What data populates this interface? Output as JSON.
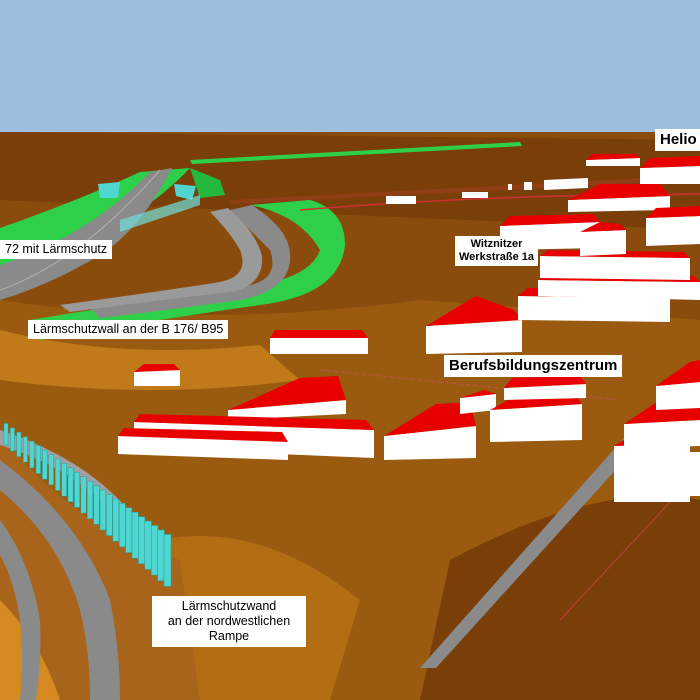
{
  "labels": {
    "helio": "Helio",
    "laermschutz_b172": "72 mit Lärmschutz",
    "laermschutzwall": "Lärmschutzwall an der B 176/ B95",
    "witznitzer_line1": "Witznitzer",
    "witznitzer_line2": "Werkstraße 1a",
    "berufsbildungszentrum": "Berufsbildungszentrum",
    "laermschutzwand_line1": "Lärmschutzwand",
    "laermschutzwand_line2": "an der nordwestlichen",
    "laermschutzwand_line3": "Rampe"
  },
  "colors": {
    "sky": "#9ec0de",
    "terrain_dark": "#6e3a08",
    "terrain_mid": "#9a5a10",
    "terrain_light": "#c07a1a",
    "road": "#8a8a8a",
    "embankment_green": "#2ed04a",
    "noise_wall": "#4fd6d0",
    "roof_red": "#e80000",
    "wall_white": "#ffffff"
  }
}
